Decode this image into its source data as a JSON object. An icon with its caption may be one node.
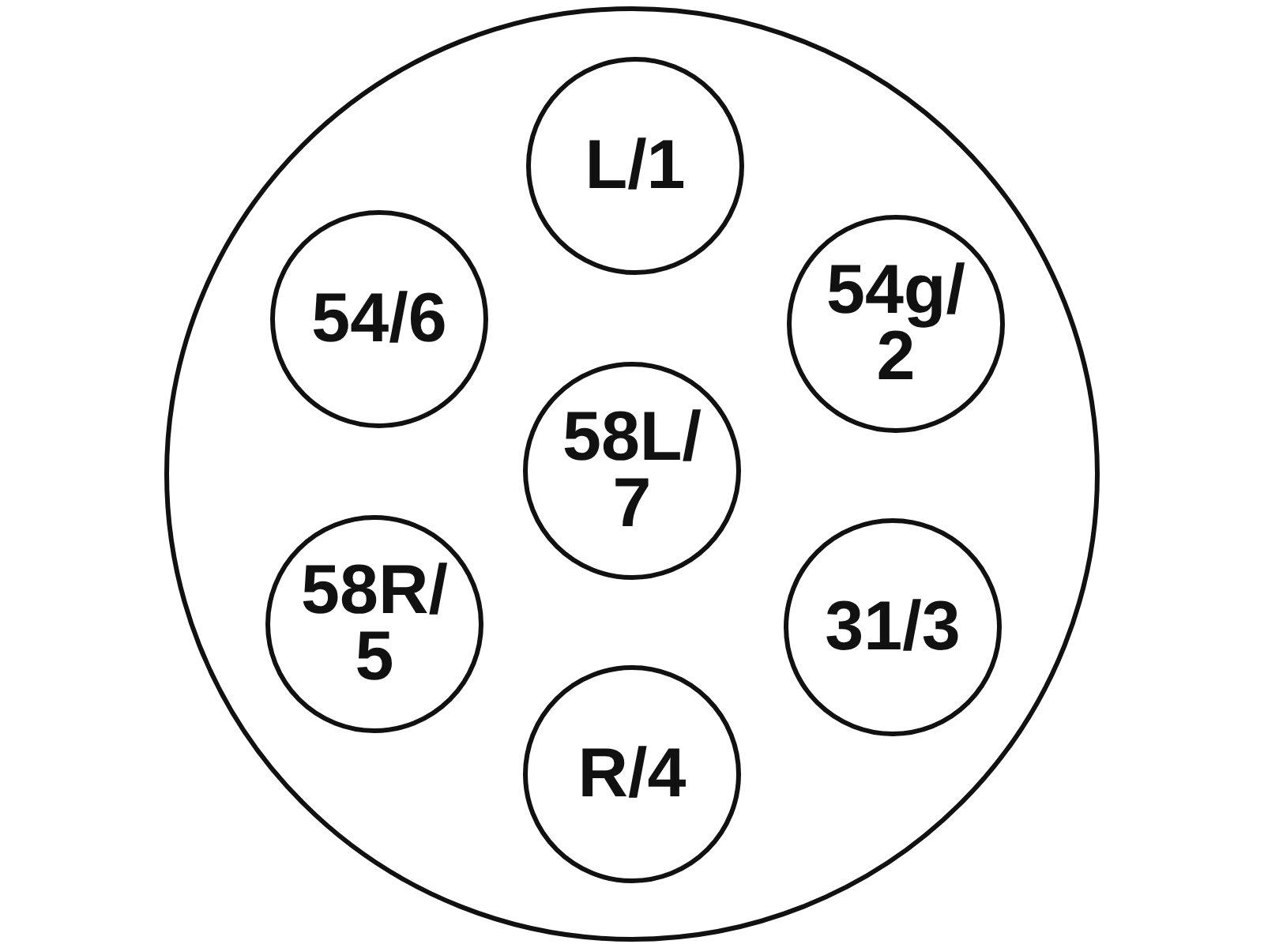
{
  "diagram": {
    "nodes": [
      {
        "text": [],
        "shape": "circle"
      },
      {
        "text": [
          "L/1"
        ],
        "in": 0
      },
      {
        "text": [
          "54/6"
        ],
        "in": 0
      },
      {
        "text": [
          "54g/ 2"
        ],
        "in": 0
      },
      {
        "text": [
          "58L/ 7"
        ],
        "in": 0
      },
      {
        "text": [
          "58R/ 5"
        ],
        "in": 0
      },
      {
        "text": [
          "31/3"
        ],
        "in": 0
      },
      {
        "text": [
          "R/4"
        ],
        "in": 0
      }
    ]
  }
}
